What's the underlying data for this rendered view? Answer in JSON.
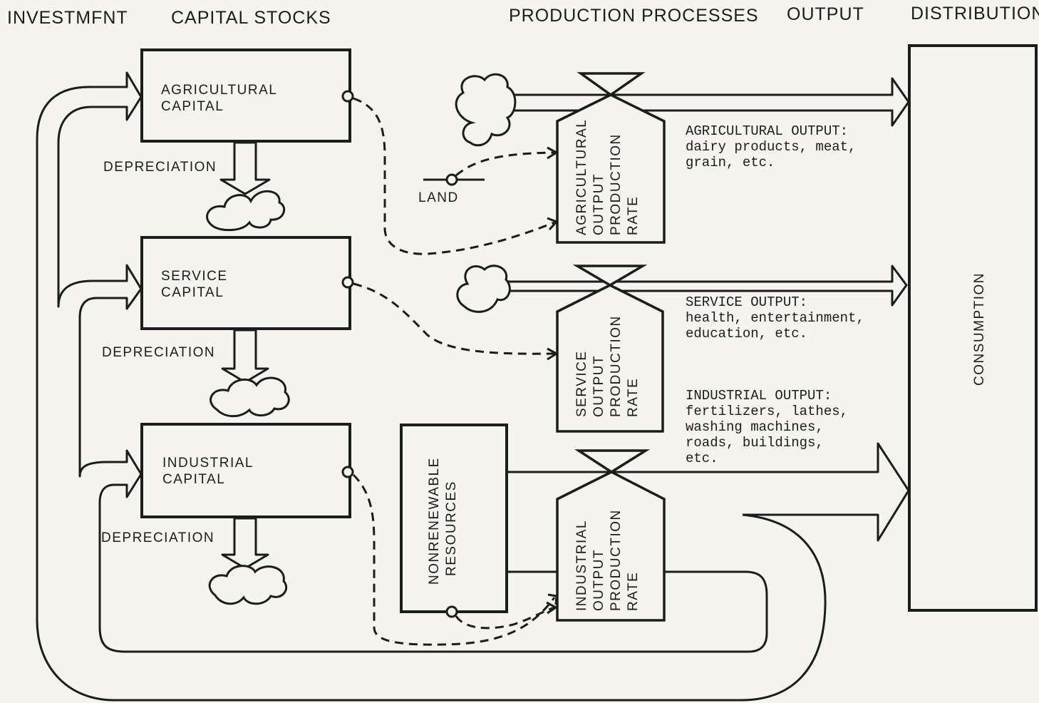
{
  "headers": {
    "investment": "INVESTMFNT",
    "capital_stocks": "CAPITAL STOCKS",
    "production_processes": "PRODUCTION PROCESSES",
    "output": "OUTPUT",
    "distribution": "DISTRIBUTION"
  },
  "capital": {
    "agricultural": [
      "AGRICULTURAL",
      "CAPITAL"
    ],
    "service": [
      "SERVICE",
      "CAPITAL"
    ],
    "industrial": [
      "INDUSTRIAL",
      "CAPITAL"
    ]
  },
  "depreciation": [
    "DEPRECIATION",
    "DEPRECIATION",
    "DEPRECIATION"
  ],
  "land": "LAND",
  "nonrenewable": [
    "NONRENEWABLE",
    "RESOURCES"
  ],
  "production": {
    "agricultural": [
      "AGRICULTURAL",
      "OUTPUT",
      "PRODUCTION",
      "RATE"
    ],
    "service": [
      "SERVICE",
      "OUTPUT",
      "PRODUCTION",
      "RATE"
    ],
    "industrial": [
      "INDUSTRIAL",
      "OUTPUT",
      "PRODUCTION",
      "RATE"
    ]
  },
  "outputs": {
    "agricultural": [
      "AGRICULTURAL OUTPUT:",
      "dairy products, meat,",
      "grain, etc."
    ],
    "service": [
      "SERVICE OUTPUT:",
      "health, entertainment,",
      "education, etc."
    ],
    "industrial": [
      "INDUSTRIAL OUTPUT:",
      "fertilizers, lathes,",
      "washing machines,",
      "roads, buildings,",
      "etc."
    ]
  },
  "consumption": "CONSUMPTION"
}
